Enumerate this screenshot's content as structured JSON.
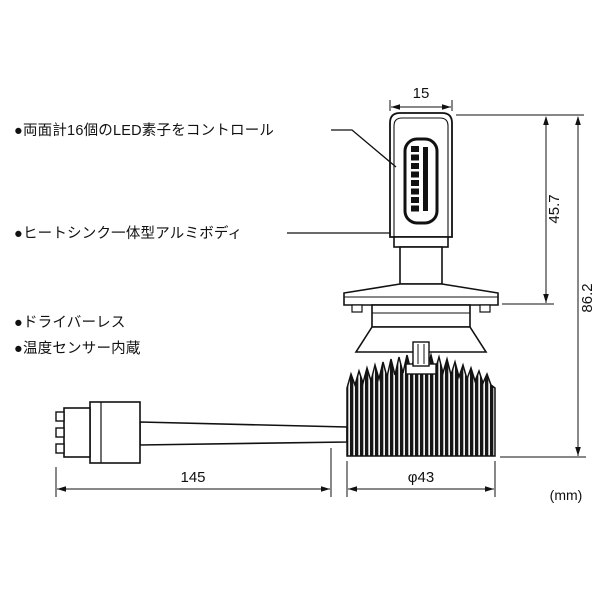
{
  "features": [
    "●両面計16個のLED素子をコントロール",
    "●ヒートシンク一体型アルミボディ",
    "●ドライバーレス",
    "●温度センサー内蔵"
  ],
  "dimensions": {
    "head_width": "15",
    "upper_height": "45.7",
    "overall_height": "86.2",
    "cable_length": "145",
    "heatsink_diameter": "φ43",
    "unit": "(mm)"
  },
  "colors": {
    "line": "#111111",
    "background": "#ffffff"
  }
}
